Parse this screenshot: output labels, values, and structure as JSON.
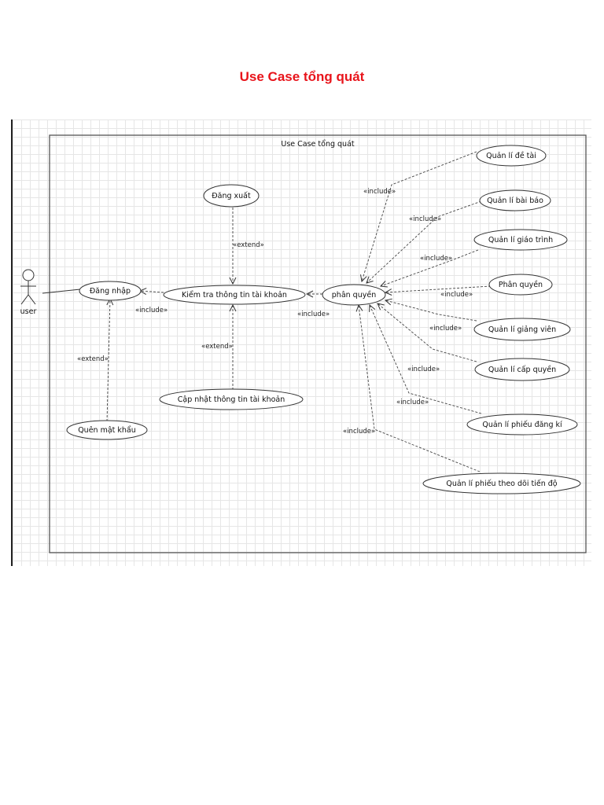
{
  "page_title": "Use Case tổng quát",
  "diagram": {
    "system_name": "Use Case tổng quát",
    "actor": "user",
    "use_cases": {
      "dang_nhap": "Đăng nhập",
      "dang_xuat": "Đăng xuất",
      "kiem_tra": "Kiểm tra thông tin tài khoản",
      "cap_nhat": "Cập nhật thông tin tài khoản",
      "quen_mat_khau": "Quên mật khẩu",
      "phan_quyen_main": "phân quyền",
      "ql_de_tai": "Quản lí đề tài",
      "ql_bai_bao": "Quản lí bài báo",
      "ql_giao_trinh": "Quản lí giáo trình",
      "phan_quyen": "Phân quyền",
      "ql_giang_vien": "Quản lí giảng viên",
      "ql_cap_quyen": "Quản lí cấp quyền",
      "ql_phieu_dang_ki": "Quản lí phiếu đăng kí",
      "ql_phieu_theo_doi": "Quản lí phiếu theo dõi tiến độ"
    },
    "relations": {
      "include": "«include»",
      "extend": "«extend»"
    }
  }
}
